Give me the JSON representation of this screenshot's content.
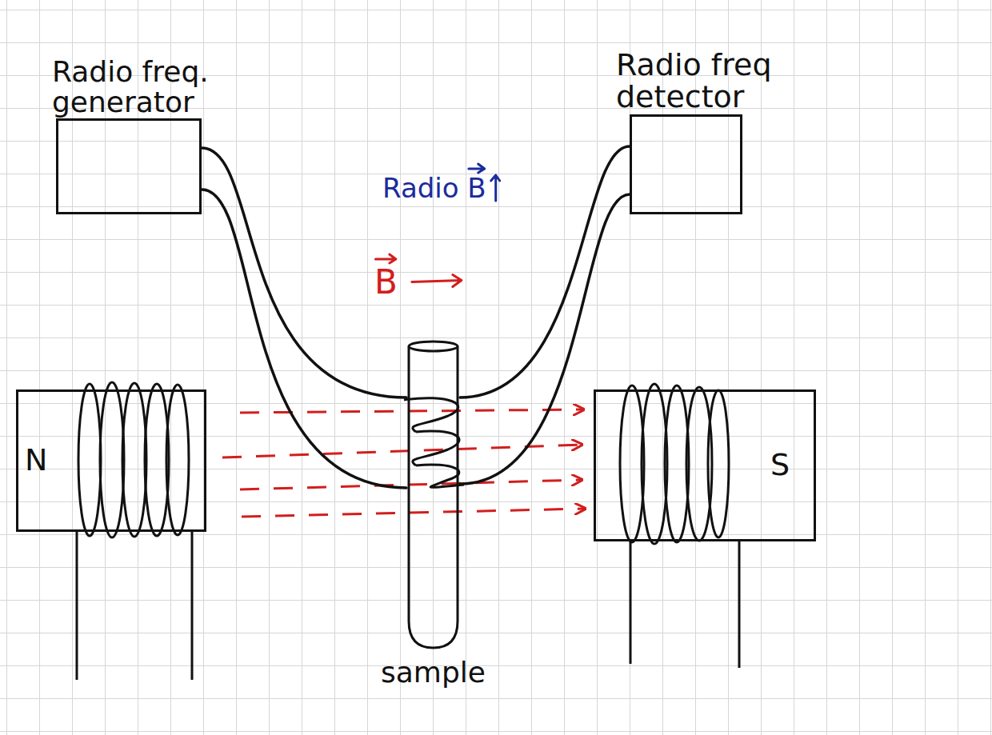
{
  "diagram": {
    "nodes": [
      {
        "text": [
          "Radio freq. generator"
        ]
      },
      {
        "text": [
          "Radio freq detector"
        ]
      },
      {
        "text": [
          "N"
        ]
      },
      {
        "text": [
          "sample"
        ]
      },
      {
        "text": [
          "S"
        ]
      }
    ],
    "edges": [
      {
        "from": 0,
        "to": 3,
        "arrow": "none"
      },
      {
        "from": 3,
        "to": 1,
        "arrow": "none"
      }
    ],
    "labels": [
      "Radio B",
      "B"
    ]
  }
}
